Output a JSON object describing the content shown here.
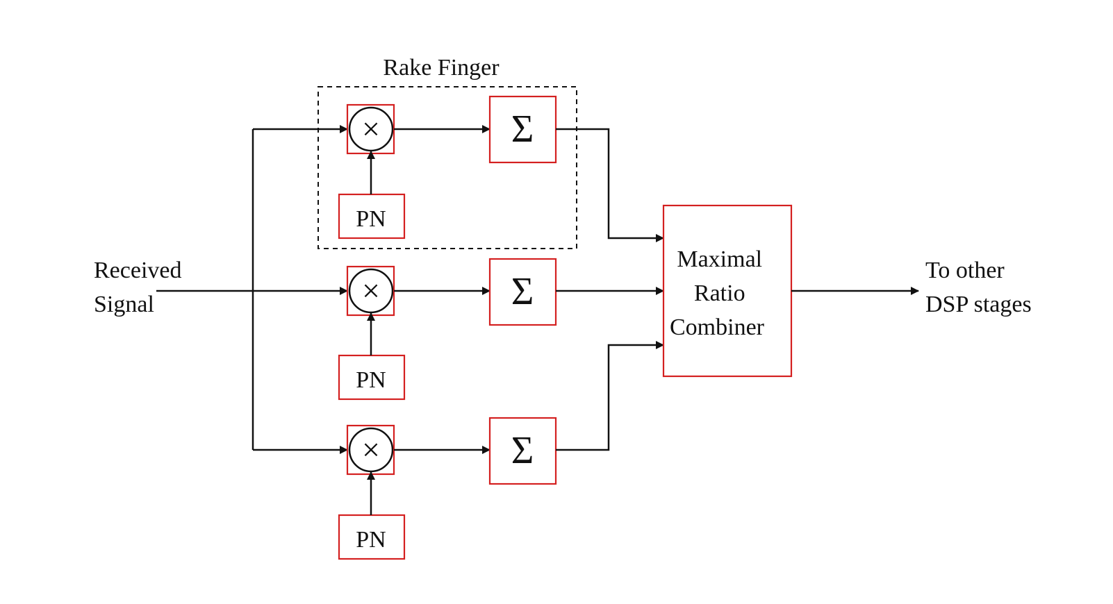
{
  "diagram": {
    "title": "Rake Finger",
    "input_label_line1": "Received",
    "input_label_line2": "Signal",
    "output_label_line1": "To other",
    "output_label_line2": "DSP stages",
    "combiner_line1": "Maximal",
    "combiner_line2": "Ratio",
    "combiner_line3": "Combiner",
    "multiplier_symbol": "×",
    "summer_symbol": "Σ",
    "pn_label": "PN",
    "highlight_color": "#d42020",
    "line_color": "#111111"
  }
}
